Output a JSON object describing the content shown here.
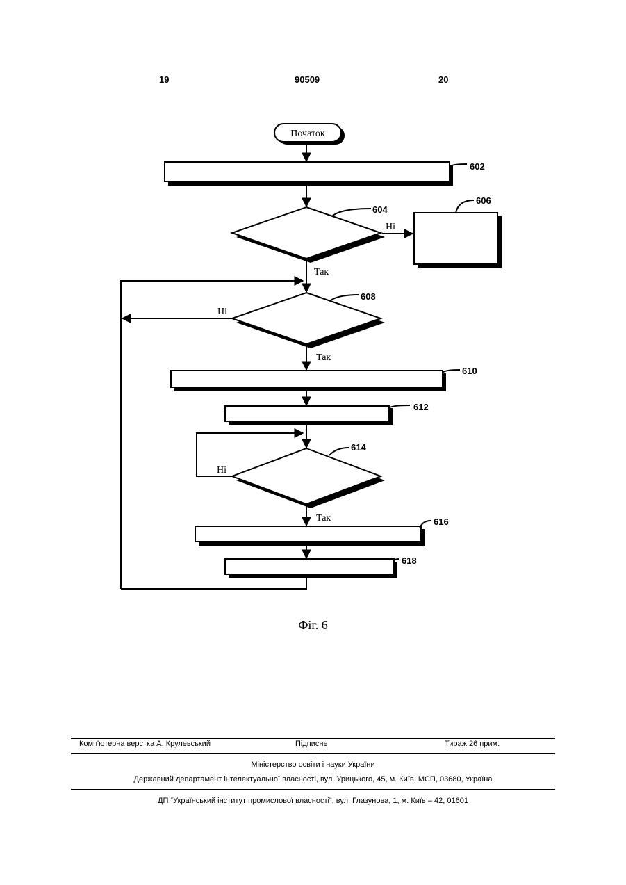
{
  "header": {
    "page_left": "19",
    "patent_number": "90509",
    "page_right": "20"
  },
  "flowchart": {
    "start_label": "Початок",
    "refs": {
      "r602": "602",
      "r604": "604",
      "r606": "606",
      "r608": "608",
      "r610": "610",
      "r612": "612",
      "r614": "614",
      "r616": "616",
      "r618": "618"
    },
    "branch_labels": {
      "no_604": "Ні",
      "yes_604": "Так",
      "no_608": "Ні",
      "yes_608": "Так",
      "no_614": "Ні",
      "yes_614": "Так"
    }
  },
  "caption": "Фіг. 6",
  "footer": {
    "layout": "Комп'ютерна верстка А. Крулевський",
    "signed": "Підписне",
    "print_run": "Тираж 26 прим.",
    "ministry": "Міністерство освіти і науки України",
    "department": "Державний департамент інтелектуальної власності, вул. Урицького, 45, м. Київ, МСП, 03680, Україна",
    "institute": "ДП “Український інститут промислової власності”, вул. Глазунова, 1, м. Київ – 42, 01601"
  }
}
